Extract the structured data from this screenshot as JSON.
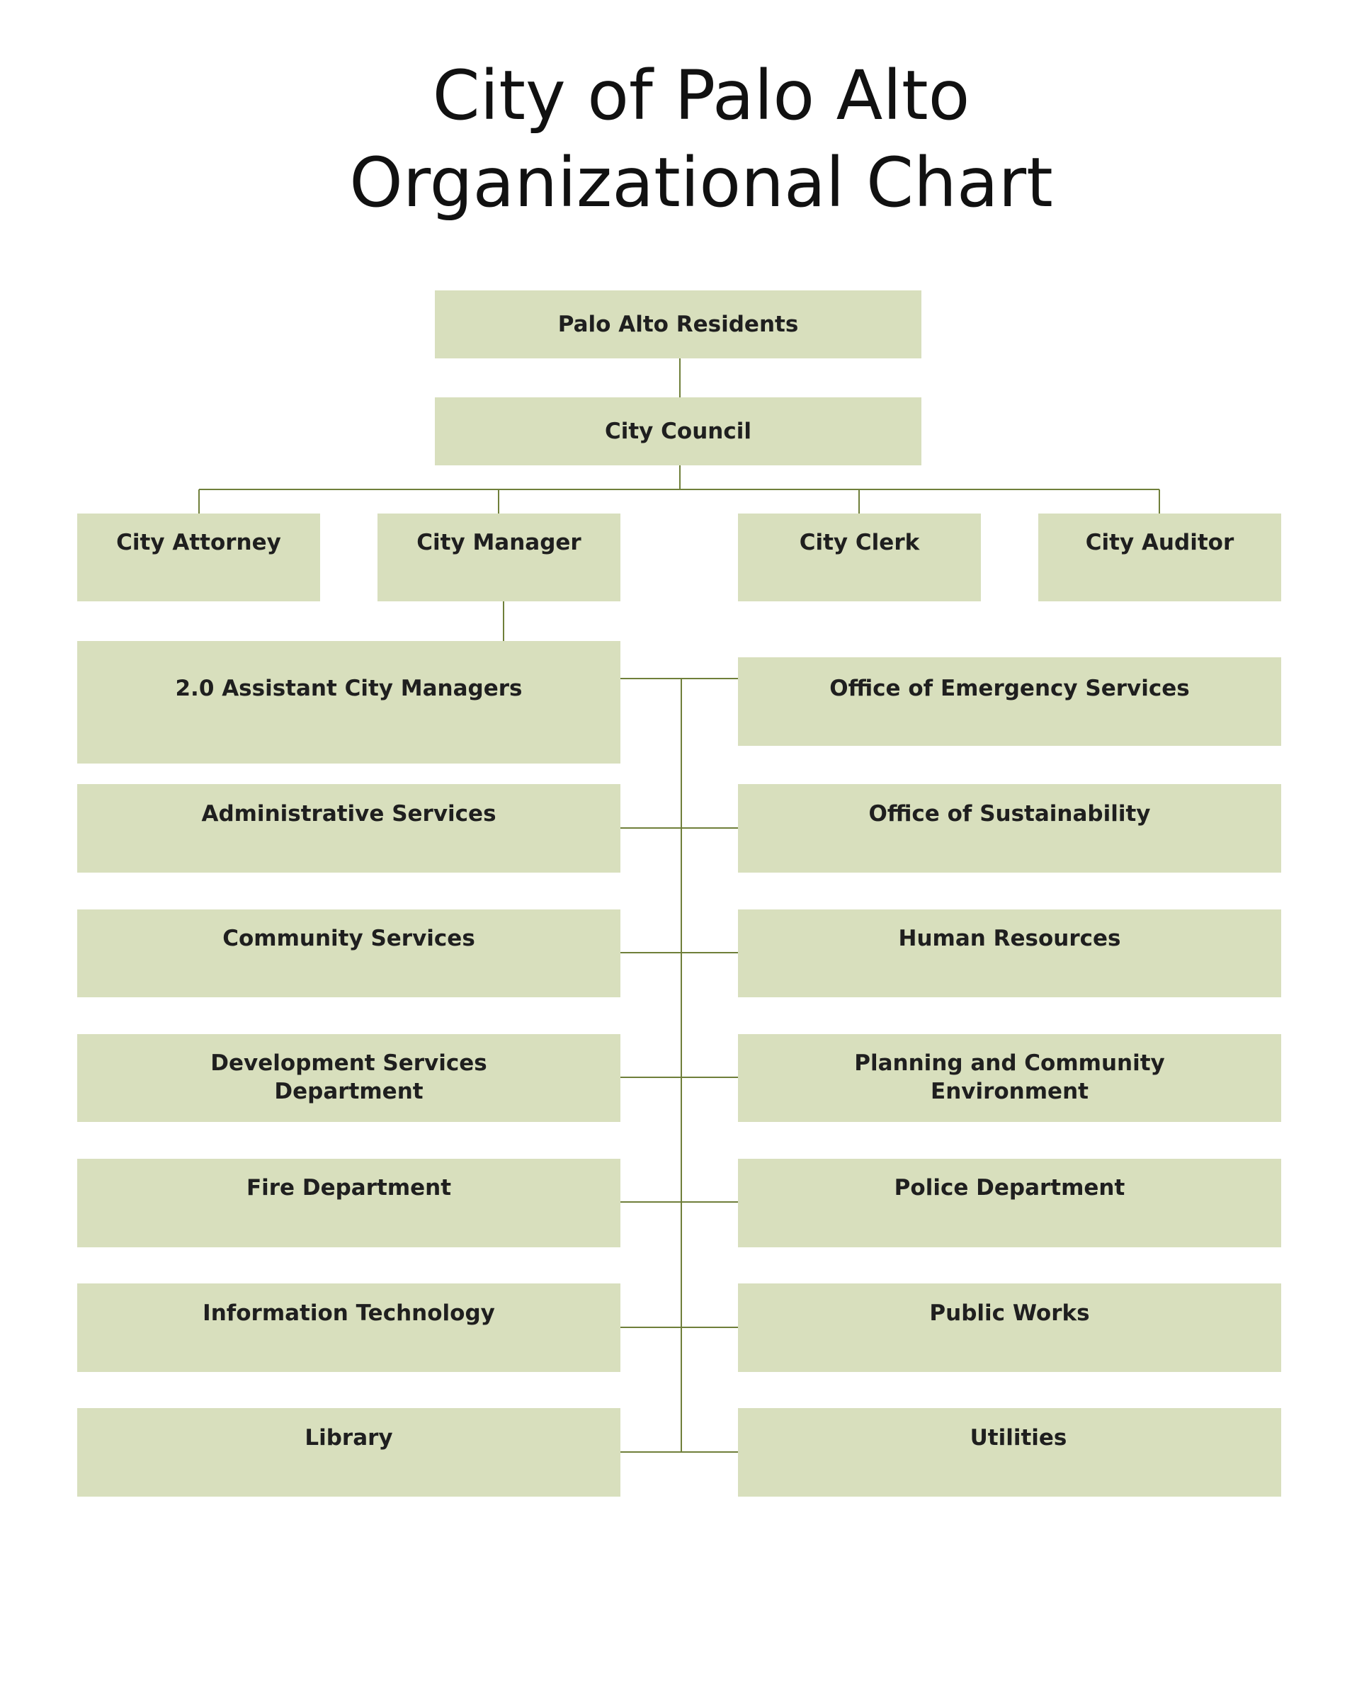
{
  "title": {
    "line1": "City of Palo Alto",
    "line2": "Organizational Chart"
  },
  "nodes": {
    "residents": "Palo Alto Residents",
    "council": "City Council",
    "attorney": "City Attorney",
    "manager": "City Manager",
    "clerk": "City Clerk",
    "auditor": "City Auditor",
    "departments_left": [
      "2.0 Assistant City Managers",
      "Administrative Services",
      "Community Services",
      "Development Services\nDepartment",
      "Fire Department",
      "Information Technology",
      "Library"
    ],
    "departments_right": [
      "Office of Emergency Services",
      "Office of Sustainability",
      "Human Resources",
      "Planning and Community\nEnvironment",
      "Police Department",
      "Public Works",
      "Utilities"
    ]
  },
  "colors": {
    "box_fill": "#d8dfbd",
    "connector": "#6f7f3a",
    "text": "#1f1f1f"
  }
}
